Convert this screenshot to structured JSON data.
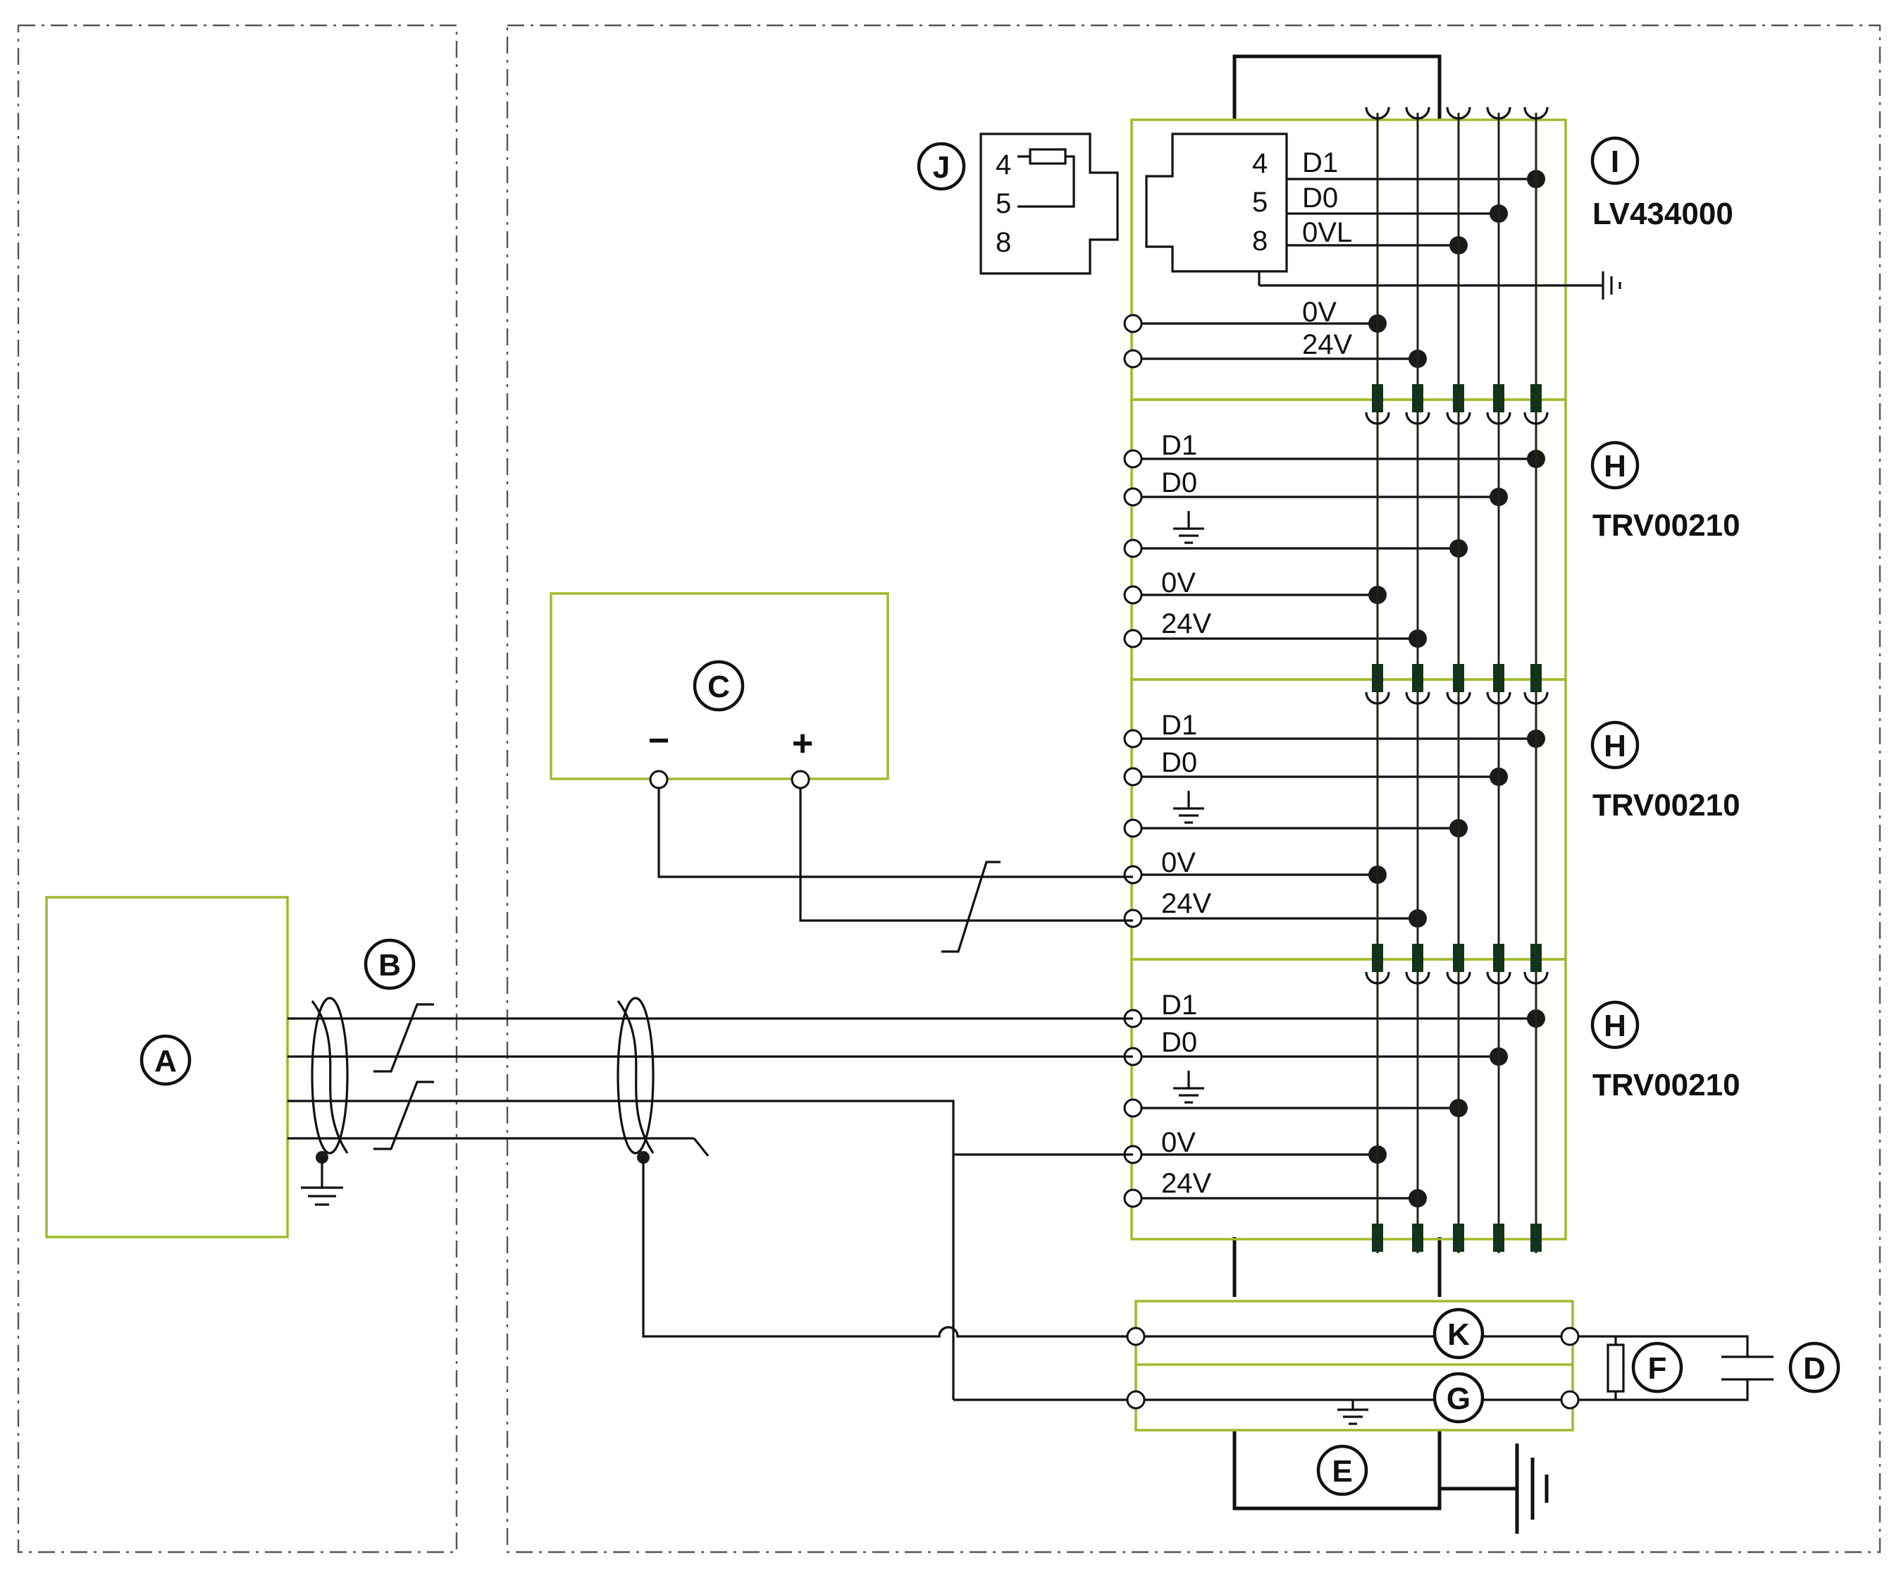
{
  "callouts": {
    "a": "A",
    "b": "B",
    "c": "C",
    "d": "D",
    "e": "E",
    "f": "F",
    "g": "G",
    "h": "H",
    "i": "I",
    "j": "J",
    "k": "K"
  },
  "module_i": {
    "model": "LV434000",
    "pins": [
      "4",
      "5",
      "8"
    ],
    "signals": [
      "D1",
      "D0",
      "0VL"
    ],
    "supply": [
      "0V",
      "24V"
    ]
  },
  "terminator_j": {
    "pins": [
      "4",
      "5",
      "8"
    ]
  },
  "modules_h": [
    {
      "model": "TRV00210",
      "labels": [
        "D1",
        "D0",
        "0V",
        "24V"
      ]
    },
    {
      "model": "TRV00210",
      "labels": [
        "D1",
        "D0",
        "0V",
        "24V"
      ]
    },
    {
      "model": "TRV00210",
      "labels": [
        "D1",
        "D0",
        "0V",
        "24V"
      ]
    }
  ],
  "power_supply_c": {
    "minus": "−",
    "plus": "+"
  },
  "colors": {
    "module_outline": "#9dbb2b",
    "wire": "#111111",
    "connector": "#14331a",
    "frame": "#555555"
  },
  "symbols": [
    "ground-symbol",
    "earth-symbol",
    "resistor-symbol",
    "capacitor-symbol",
    "twisted-pair-symbol"
  ]
}
